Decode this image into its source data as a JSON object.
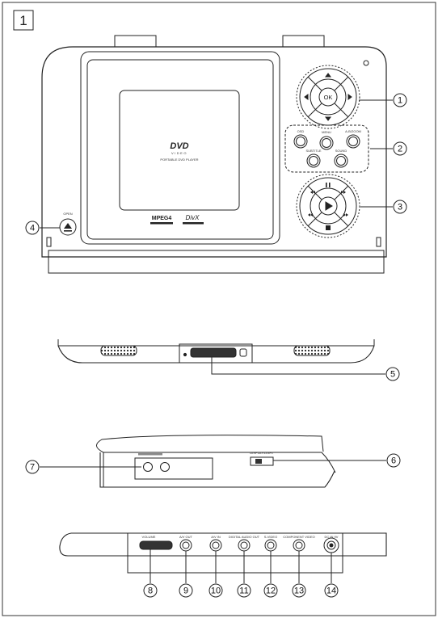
{
  "figure_number": "1",
  "callouts": [
    {
      "n": "1",
      "sym": "①"
    },
    {
      "n": "2",
      "sym": "②"
    },
    {
      "n": "3",
      "sym": "③"
    },
    {
      "n": "4",
      "sym": "④"
    },
    {
      "n": "5",
      "sym": "⑤"
    },
    {
      "n": "6",
      "sym": "⑥"
    },
    {
      "n": "7",
      "sym": "⑦"
    },
    {
      "n": "8",
      "sym": "⑧"
    },
    {
      "n": "9",
      "sym": "⑨"
    },
    {
      "n": "10",
      "sym": "⑩"
    },
    {
      "n": "11",
      "sym": "⑪"
    },
    {
      "n": "12",
      "sym": "⑫"
    },
    {
      "n": "13",
      "sym": "⑬"
    },
    {
      "n": "14",
      "sym": "⑭"
    }
  ],
  "front": {
    "open_label": "OPEN",
    "ok_label": "OK",
    "dvd_logo": "DVD",
    "dvd_sub": "VIDEO",
    "dvd_caption": "PORTABLE DVD PLAYER",
    "mpeg4_logo": "MPEG4",
    "divx_logo": "DivX",
    "buttons": [
      "OSD",
      "MENU",
      "A-B/ZOOM",
      "SUBTITLE",
      "SOUND"
    ]
  },
  "side_controls": {
    "switch_label": "DISPLAY/LIGHT"
  },
  "back_panel": {
    "ports": [
      "VOLUME",
      "A/V OUT",
      "A/V IN",
      "DIGITAL AUDIO OUT",
      "S-VIDEO",
      "COMPONENT VIDEO",
      "DC IN 9V"
    ]
  },
  "colors": {
    "line": "#222222",
    "fill_dark": "#333333",
    "background": "#ffffff"
  }
}
